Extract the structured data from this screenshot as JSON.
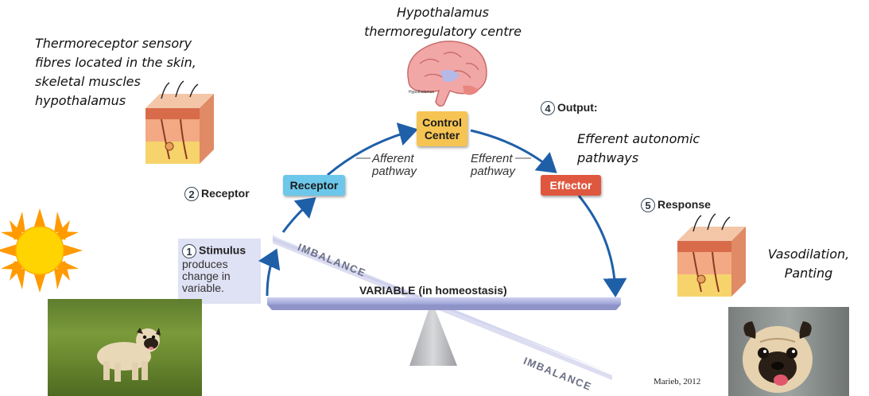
{
  "annotations": {
    "hypothalamus_line1": "Hypothalamus",
    "hypothalamus_line2": "thermoregulatory centre",
    "thermo_line1": "Thermoreceptor sensory",
    "thermo_line2": "fibres located in the skin,",
    "thermo_line3": "skeletal muscles",
    "thermo_line4": "hypothalamus",
    "efferent_line1": "Efferent autonomic",
    "efferent_line2": "pathways",
    "response_line1": "Vasodilation,",
    "response_line2": "Panting"
  },
  "brain_label": "Hypothalamus",
  "boxes": {
    "control_center_line1": "Control",
    "control_center_line2": "Center",
    "receptor": "Receptor",
    "effector": "Effector"
  },
  "steps": {
    "stimulus_num": "1",
    "stimulus_title": "Stimulus",
    "stimulus_line1": "produces",
    "stimulus_line2": "change in",
    "stimulus_line3": "variable.",
    "receptor_num": "2",
    "receptor_label": "Receptor",
    "output_num": "4",
    "output_label": "Output:",
    "response_num": "5",
    "response_label": "Response"
  },
  "pathways": {
    "afferent_line1": "Afferent",
    "afferent_line2": "pathway",
    "efferent_line1": "Efferent",
    "efferent_line2": "pathway"
  },
  "seesaw": {
    "variable_label": "VARIABLE (in homeostasis)",
    "imbalance_top": "IMBALANCE",
    "imbalance_bottom": "IMBALANCE"
  },
  "citation": "Marieb, 2012",
  "icons": [
    "sun-icon",
    "skin-block-icon",
    "brain-icon",
    "pug-photo"
  ],
  "colors": {
    "arrow": "#1f5fa8",
    "control_center": "#f6c453",
    "receptor": "#6cc7ea",
    "effector": "#e0573f",
    "seesaw": "#a9aee0",
    "sun": "#ffd400",
    "sun_rays": "#ff9a00"
  }
}
